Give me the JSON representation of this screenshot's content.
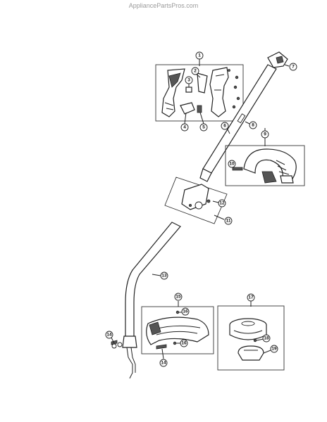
{
  "watermark": "AppliancePartsPros.com",
  "callouts": [
    "1",
    "2",
    "3",
    "4",
    "5",
    "6",
    "7",
    "8",
    "9",
    "10",
    "11",
    "12",
    "13",
    "14",
    "14",
    "15",
    "16",
    "16",
    "17",
    "18",
    "19"
  ]
}
